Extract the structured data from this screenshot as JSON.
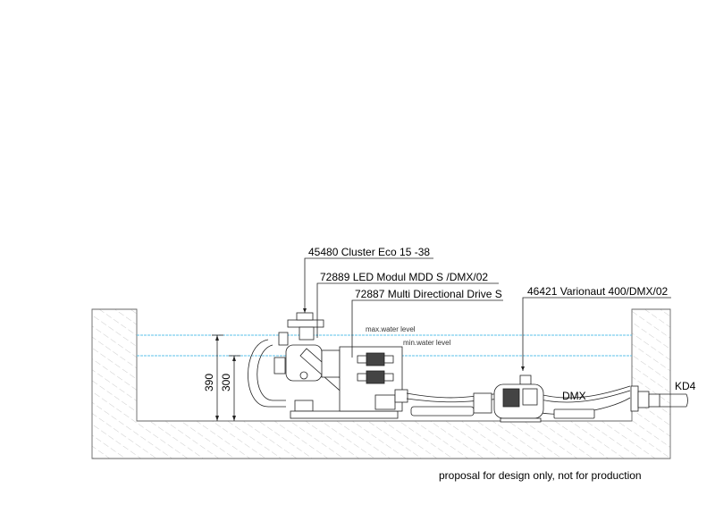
{
  "labels": {
    "cluster": "45480 Cluster Eco 15 -38",
    "led_module": "72889 LED Modul MDD S /DMX/02",
    "drive": "72887 Multi Directional Drive S",
    "varionaut": "46421 Varionaut 400/DMX/02",
    "dmx": "DMX",
    "kd4": "KD4"
  },
  "water_levels": {
    "max": "max.water level",
    "min": "min.water level"
  },
  "dimensions": {
    "max_height": "390",
    "min_height": "300"
  },
  "footer": "proposal for design only, not for production",
  "colors": {
    "water_line": "#5bc0e8",
    "line": "#222222"
  }
}
